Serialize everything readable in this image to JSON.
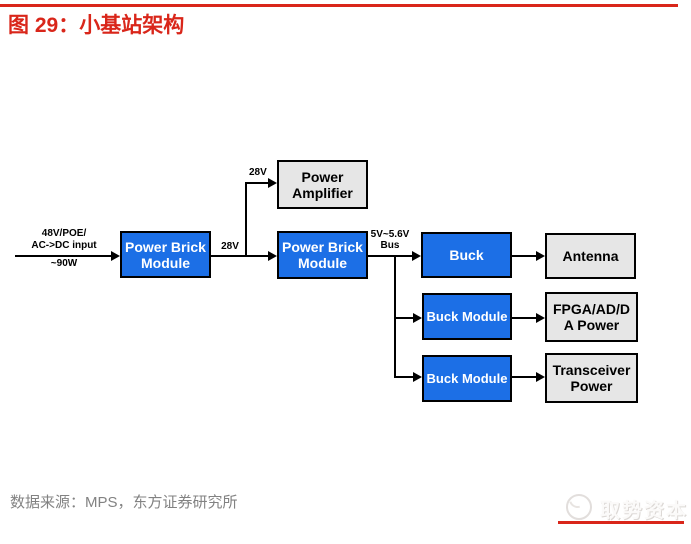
{
  "title": "图 29：小基站架构",
  "source": "数据来源：MPS，东方证券研究所",
  "watermark": {
    "name": "取势资本"
  },
  "colors": {
    "accent_red": "#D9261A",
    "node_blue": "#1C6FE6",
    "node_gray": "#E6E6E6",
    "edge_black": "#000000",
    "source_gray": "#828282"
  },
  "diagram": {
    "input": {
      "top": "48V/POE/\nAC->DC input",
      "bottom": "~90W"
    },
    "labels": {
      "v28_main": "28V",
      "v28_branch": "28V",
      "bus": "5V~5.6V\nBus"
    },
    "nodes": {
      "power_brick_1": "Power Brick\nModule",
      "power_amplifier": "Power\nAmplifier",
      "power_brick_2": "Power Brick\nModule",
      "buck": "Buck",
      "antenna": "Antenna",
      "buck_module_2": "Buck Module",
      "fpga_power": "FPGA/AD/D\nA Power",
      "buck_module_3": "Buck Module",
      "transceiver_power": "Transceiver\nPower"
    }
  }
}
